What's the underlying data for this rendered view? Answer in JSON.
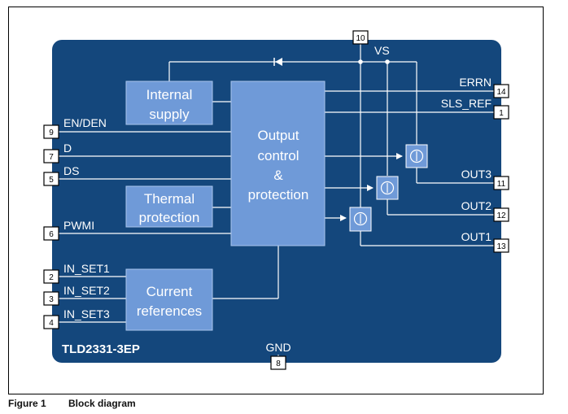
{
  "blocks": {
    "internal_supply": [
      "Internal",
      "supply"
    ],
    "output_control": [
      "Output",
      "control",
      "&",
      "protection"
    ],
    "thermal_protection": [
      "Thermal",
      "protection"
    ],
    "current_references": [
      "Current",
      "references"
    ]
  },
  "chip_name": "TLD2331-3EP",
  "pins": {
    "vs": {
      "num": "10",
      "label": "VS"
    },
    "errn": {
      "num": "14",
      "label": "ERRN"
    },
    "sls_ref": {
      "num": "1",
      "label": "SLS_REF"
    },
    "out3": {
      "num": "11",
      "label": "OUT3"
    },
    "out2": {
      "num": "12",
      "label": "OUT2"
    },
    "out1": {
      "num": "13",
      "label": "OUT1"
    },
    "en_den": {
      "num": "9",
      "label": "EN/DEN"
    },
    "d": {
      "num": "7",
      "label": "D"
    },
    "ds": {
      "num": "5",
      "label": "DS"
    },
    "pwmi": {
      "num": "6",
      "label": "PWMI"
    },
    "in_set1": {
      "num": "2",
      "label": "IN_SET1"
    },
    "in_set2": {
      "num": "3",
      "label": "IN_SET2"
    },
    "in_set3": {
      "num": "4",
      "label": "IN_SET3"
    },
    "gnd": {
      "num": "8",
      "label": "GND"
    }
  },
  "caption": {
    "figure": "Figure 1",
    "title": "Block diagram"
  },
  "colors": {
    "chip_body": "#14477c",
    "block_fill": "#6f9ad8",
    "block_border": "#a9c4ec",
    "wire": "#ffffff"
  }
}
